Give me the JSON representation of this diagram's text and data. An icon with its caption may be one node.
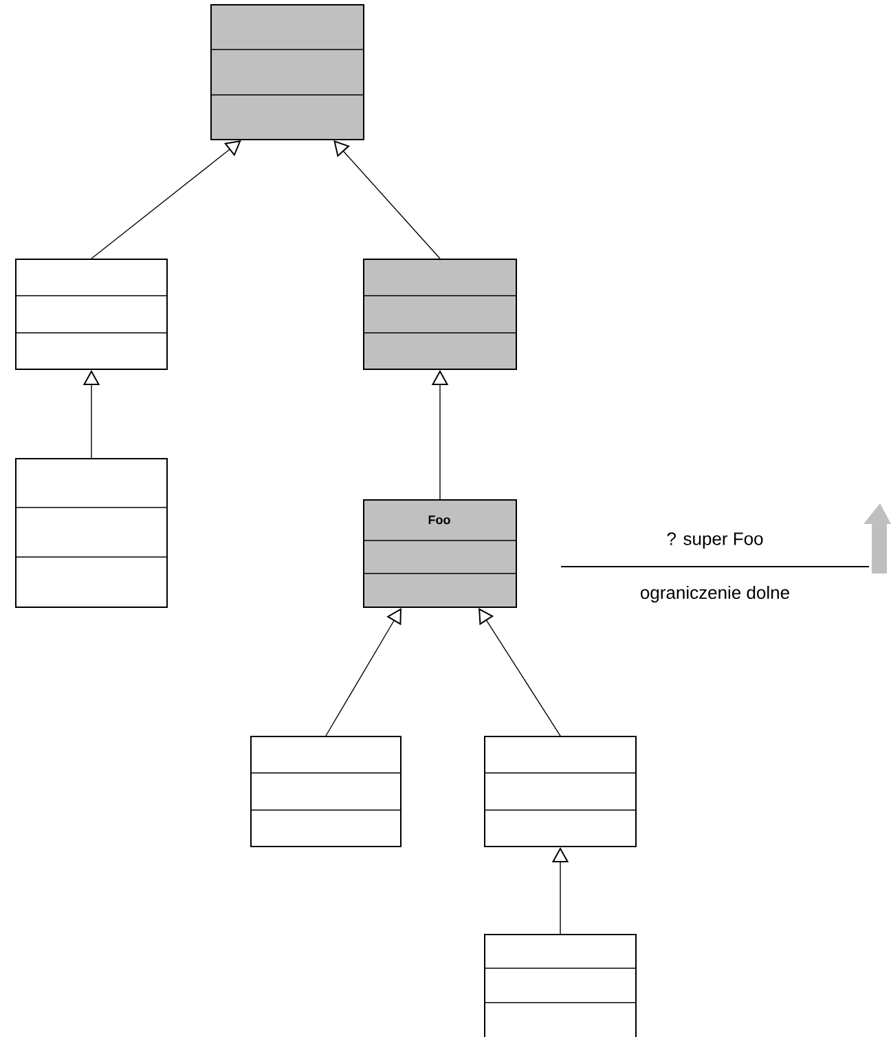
{
  "diagram": {
    "nodes": [
      {
        "text": [],
        "shape": "box"
      },
      {
        "text": [],
        "shape": "box"
      },
      {
        "text": [],
        "shape": "box"
      },
      {
        "text": [],
        "shape": "box"
      },
      {
        "text": [
          "Foo"
        ]
      },
      {
        "text": [],
        "shape": "box"
      },
      {
        "text": [],
        "shape": "box"
      },
      {
        "text": [],
        "shape": "box"
      }
    ],
    "edges": [
      {
        "from": 1,
        "to": 0,
        "arrow": "to"
      },
      {
        "from": 2,
        "to": 0,
        "arrow": "to"
      },
      {
        "from": 3,
        "to": 1,
        "arrow": "to"
      },
      {
        "from": 4,
        "to": 2,
        "arrow": "to"
      },
      {
        "from": 5,
        "to": 4,
        "arrow": "to"
      },
      {
        "from": 6,
        "to": 4,
        "arrow": "to"
      },
      {
        "from": 7,
        "to": 6,
        "arrow": "to"
      }
    ],
    "labels": [
      "? super Foo",
      "ograniczenie dolne"
    ]
  }
}
